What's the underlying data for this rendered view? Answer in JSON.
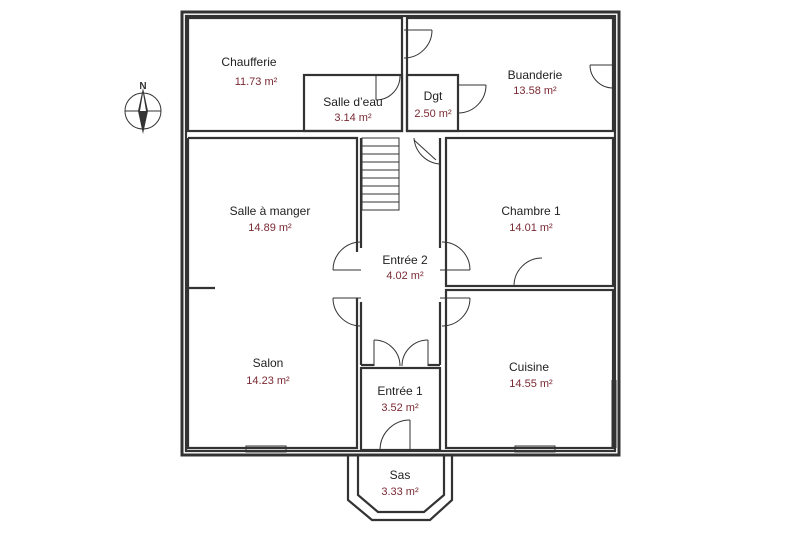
{
  "rooms": {
    "chaufferie": {
      "name": "Chaufferie",
      "area": "11.73 m²"
    },
    "salle_eau": {
      "name": "Salle d’eau",
      "area": "3.14 m²"
    },
    "dgt": {
      "name": "Dgt",
      "area": "2.50 m²"
    },
    "buanderie": {
      "name": "Buanderie",
      "area": "13.58 m²"
    },
    "salle_manger": {
      "name": "Salle à manger",
      "area": "14.89 m²"
    },
    "chambre1": {
      "name": "Chambre 1",
      "area": "14.01 m²"
    },
    "entree2": {
      "name": "Entrée 2",
      "area": "4.02 m²"
    },
    "salon": {
      "name": "Salon",
      "area": "14.23 m²"
    },
    "cuisine": {
      "name": "Cuisine",
      "area": "14.55 m²"
    },
    "entree1": {
      "name": "Entrée 1",
      "area": "3.52 m²"
    },
    "sas": {
      "name": "Sas",
      "area": "3.33 m²"
    }
  },
  "compass": {
    "label": "N",
    "icon": "compass-icon"
  },
  "colors": {
    "wall": "#333333",
    "area_text": "#7a2a33",
    "label_text": "#222222"
  }
}
